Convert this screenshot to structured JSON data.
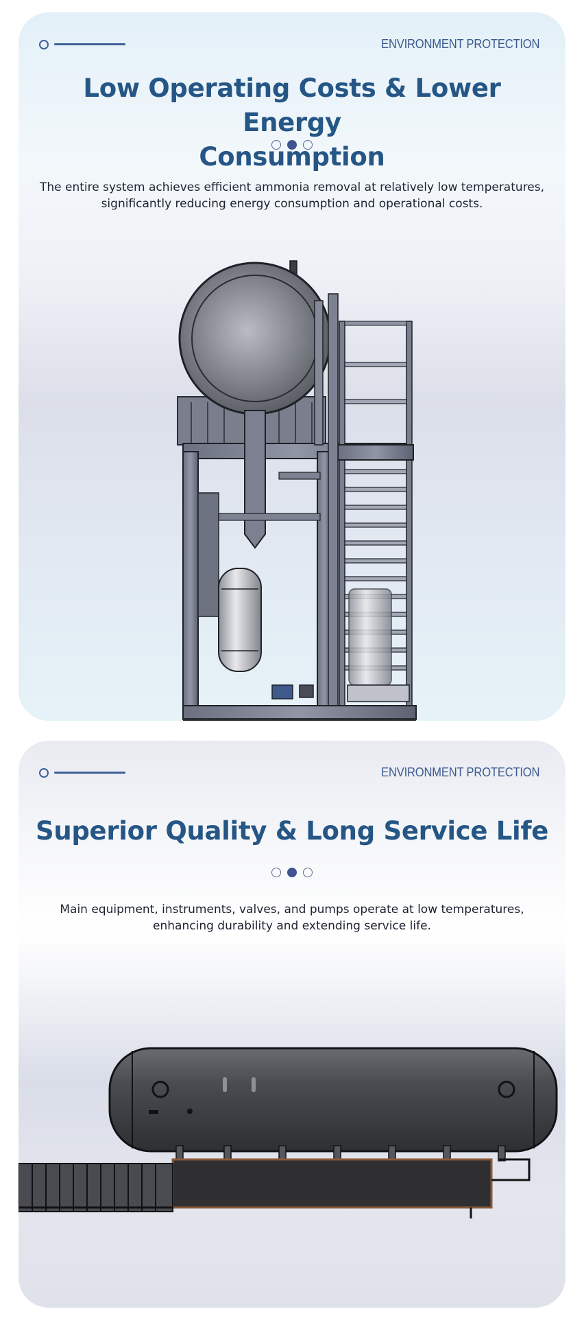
{
  "sections": [
    {
      "tag": "ENVIRONMENT PROTECTION",
      "title_line1": "Low Operating Costs & Lower Energy",
      "title_line2": "Consumption",
      "description_line1": "The entire system achieves efficient ammonia removal at relatively low temperatures,",
      "description_line2": "significantly reducing energy consumption and operational costs.",
      "active_slide": 2,
      "slide_count": 3,
      "image": "ammonia-stripping-skid-rendering"
    },
    {
      "tag": "ENVIRONMENT PROTECTION",
      "title_line1": "Superior Quality & Long Service Life",
      "description_line1": "Main equipment, instruments, valves, and pumps operate at low temperatures,",
      "description_line2": "enhancing durability and extending service life.",
      "active_slide": 2,
      "slide_count": 3,
      "image": "horizontal-pressure-vessel-rendering"
    }
  ],
  "colors": {
    "title": "#255685",
    "accent": "#3f5f98",
    "dot_active": "#3f5491",
    "text": "#1d2230"
  }
}
